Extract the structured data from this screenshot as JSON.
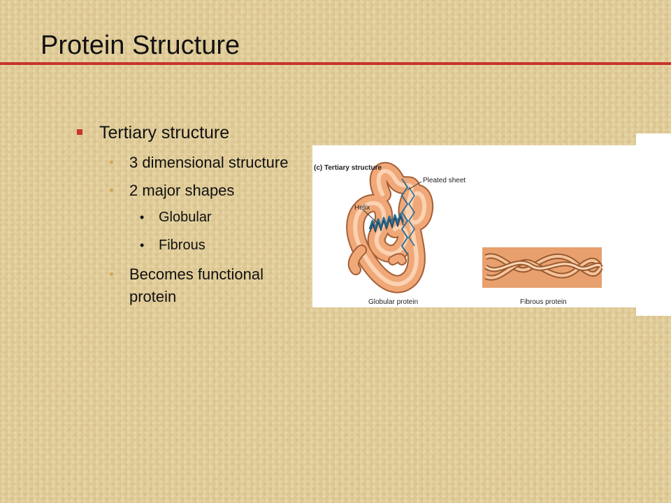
{
  "slide": {
    "title": "Protein Structure",
    "bullets": {
      "main": "Tertiary structure",
      "sub1": "3 dimensional structure",
      "sub2": "2 major shapes",
      "sub2_items": [
        "Globular",
        "Fibrous"
      ],
      "sub3": "Becomes functional protein"
    }
  },
  "figure": {
    "heading": "(c) Tertiary structure",
    "label_pleated": "Pleated sheet",
    "label_helix": "Helix",
    "caption_globular": "Globular protein",
    "caption_fibrous": "Fibrous protein"
  },
  "colors": {
    "accent": "#c8342a",
    "protein": "#f0a878",
    "helix": "#2f6f96"
  }
}
